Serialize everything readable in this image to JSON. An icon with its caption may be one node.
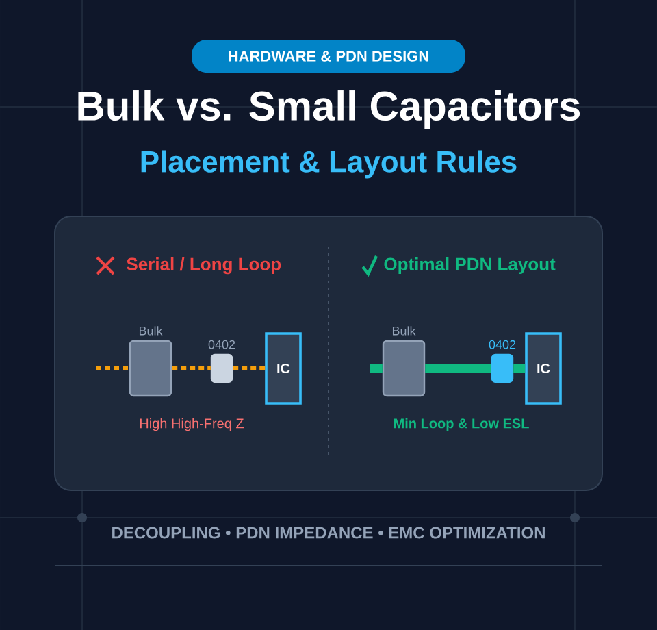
{
  "diagram": {
    "title": "Bulk vs. Small Capacitors",
    "nodes": [
      {
        "text": [],
        "shape": "box",
        "beside": [
          "Bulk"
        ]
      },
      {
        "text": [],
        "shape": "box",
        "beside": [
          "0402"
        ]
      },
      {
        "text": [
          "IC"
        ]
      },
      {
        "text": [],
        "shape": "box",
        "beside": [
          "Bulk"
        ]
      },
      {
        "text": [],
        "shape": "box",
        "beside": [
          "0402"
        ]
      },
      {
        "text": [
          "IC"
        ]
      }
    ],
    "edges": [
      {
        "from": null,
        "to": 0,
        "arrow": "none",
        "style": "dashed",
        "color": "#f59e0b"
      },
      {
        "from": 0,
        "to": 1,
        "arrow": "none",
        "style": "dashed",
        "color": "#f59e0b"
      },
      {
        "from": 1,
        "to": 2,
        "arrow": "none",
        "style": "dashed",
        "color": "#f59e0b"
      },
      {
        "from": null,
        "to": 3,
        "arrow": "none",
        "style": "thick",
        "color": "#10b981"
      },
      {
        "from": 3,
        "to": 4,
        "arrow": "none",
        "style": "thick",
        "color": "#10b981"
      },
      {
        "from": 4,
        "to": 5,
        "arrow": "none",
        "style": "thick",
        "color": "#10b981"
      }
    ],
    "labels": [
      "HARDWARE & PDN DESIGN",
      "Placement & Layout Rules",
      "Serial / Long Loop",
      "Optimal PDN Layout",
      "High High-Freq Z",
      "Min Loop & Low ESL",
      "DECOUPLING • PDN IMPEDANCE • EMC OPTIMIZATION"
    ]
  }
}
